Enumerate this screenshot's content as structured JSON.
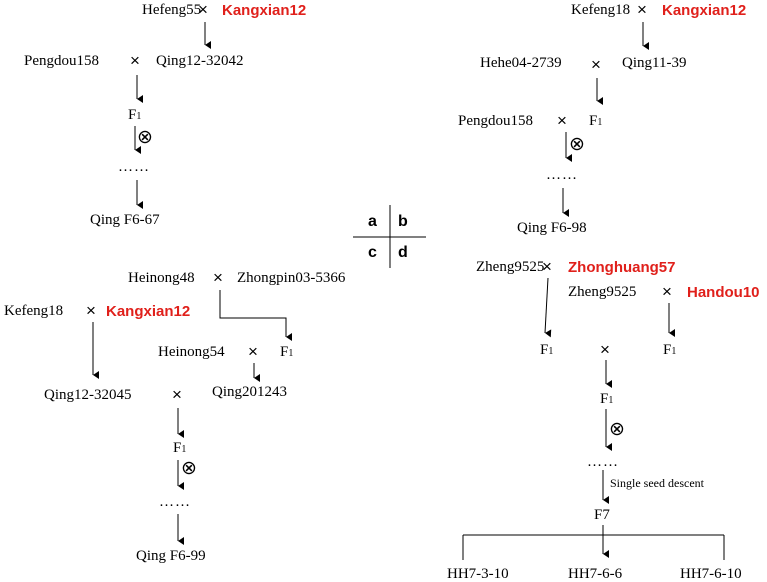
{
  "colors": {
    "highlight": "#e0201b",
    "ink": "#000000"
  },
  "symbols": {
    "cross": "×",
    "f_letter": "F",
    "f_sub": "1",
    "dots": "……",
    "self": "⊗"
  },
  "quadrants": {
    "a": "a",
    "b": "b",
    "c": "c",
    "d": "d"
  },
  "panel_a": {
    "p1": "Hefeng55",
    "p2": "Kangxian12",
    "p3": "Pengdou158",
    "p4": "Qing12-32042",
    "result": "Qing F6-67"
  },
  "panel_b": {
    "p1": "Kefeng18",
    "p2": "Kangxian12",
    "p3": "Hehe04-2739",
    "p4": "Qing11-39",
    "p5": "Pengdou158",
    "result": "Qing F6-98"
  },
  "panel_c": {
    "p1": "Heinong48",
    "p2": "Zhongpin03-5366",
    "p3": "Kefeng18",
    "p4": "Kangxian12",
    "p5": "Heinong54",
    "p6": "Qing12-32045",
    "p7": "Qing201243",
    "result": "Qing F6-99"
  },
  "panel_d": {
    "p1": "Zheng9525",
    "p2": "Zhonghuang57",
    "p3": "Zheng9525",
    "p4": "Handou10",
    "ssd": "Single seed descent",
    "f7": "F7",
    "lines": [
      "HH7-3-10",
      "HH7-6-6",
      "HH7-6-10"
    ]
  }
}
